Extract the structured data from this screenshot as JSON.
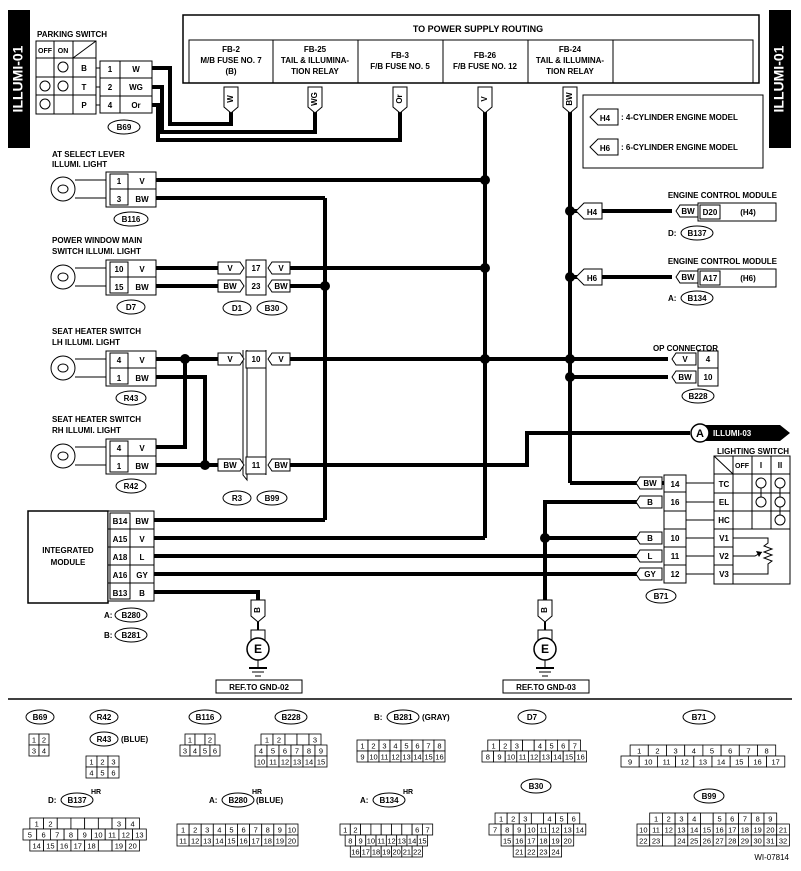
{
  "side_tab": "ILLUMI-01",
  "power": {
    "title": "TO POWER SUPPLY ROUTING",
    "fuses": [
      {
        "l1": "FB-2",
        "l2": "M/B FUSE NO. 7",
        "l3": "(B)",
        "wire": "W"
      },
      {
        "l1": "FB-25",
        "l2": "TAIL & ILLUMINA-",
        "l3": "TION RELAY",
        "wire": "WG"
      },
      {
        "l1": "FB-3",
        "l2": "F/B FUSE NO. 5",
        "l3": "",
        "wire": "Or"
      },
      {
        "l1": "FB-26",
        "l2": "F/B FUSE NO. 12",
        "l3": "",
        "wire": "V"
      },
      {
        "l1": "FB-24",
        "l2": "TAIL & ILLUMINA-",
        "l3": "TION RELAY",
        "wire": "BW"
      }
    ]
  },
  "legend": {
    "h4_tag": "H4",
    "h4": ": 4-CYLINDER ENGINE MODEL",
    "h6_tag": "H6",
    "h6": ": 6-CYLINDER ENGINE MODEL"
  },
  "parking_switch": {
    "title": "PARKING SWITCH",
    "off": "OFF",
    "on": "ON",
    "rows": [
      "B",
      "T",
      "P"
    ],
    "pins": [
      "1",
      "2",
      "4"
    ],
    "wires": [
      "W",
      "WG",
      "Or"
    ],
    "conn": "B69"
  },
  "at_lever": {
    "t1": "AT SELECT LEVER",
    "t2": "ILLUMI. LIGHT",
    "pins": [
      "1",
      "3"
    ],
    "wires": [
      "V",
      "BW"
    ],
    "conn": "B116"
  },
  "pw_switch": {
    "t1": "POWER WINDOW MAIN",
    "t2": "SWITCH ILLUMI. LIGHT",
    "pins": [
      "10",
      "15"
    ],
    "wires": [
      "V",
      "BW"
    ],
    "conn": "D7",
    "mid_wires": [
      "V",
      "BW"
    ],
    "mid_pins": [
      "17",
      "23"
    ],
    "mid_wires2": [
      "V",
      "BW"
    ],
    "conn2": "D1",
    "conn3": "B30"
  },
  "seat_lh": {
    "t1": "SEAT HEATER SWITCH",
    "t2": "LH ILLUMI. LIGHT",
    "pins": [
      "4",
      "1"
    ],
    "wires": [
      "V",
      "BW"
    ],
    "conn": "R43",
    "mid_wire": "V",
    "mid_pin": "10",
    "mid_wire2": "V"
  },
  "seat_rh": {
    "t1": "SEAT HEATER SWITCH",
    "t2": "RH ILLUMI. LIGHT",
    "pins": [
      "4",
      "1"
    ],
    "wires": [
      "V",
      "BW"
    ],
    "conn": "R42",
    "mid_wire": "BW",
    "mid_pin": "11",
    "mid_wire2": "BW",
    "conn2": "R3",
    "conn3": "B99"
  },
  "integrated": {
    "t1": "INTEGRATED",
    "t2": "MODULE",
    "pins": [
      "B14",
      "A15",
      "A18",
      "A16",
      "B13"
    ],
    "wires": [
      "BW",
      "V",
      "L",
      "GY",
      "B"
    ],
    "conn_a_prefix": "A:",
    "conn_a": "B280",
    "conn_b_prefix": "B:",
    "conn_b": "B281"
  },
  "ground_left": {
    "wire": "B",
    "symbol": "E",
    "ref": "REF.TO GND-02"
  },
  "ground_right": {
    "wire": "B",
    "symbol": "E",
    "ref": "REF.TO GND-03"
  },
  "ecm_h4": {
    "title": "ENGINE CONTROL MODULE",
    "tag": "H4",
    "wire": "BW",
    "pin": "D20",
    "model": "(H4)",
    "conn_prefix": "D:",
    "conn": "B137"
  },
  "ecm_h6": {
    "title": "ENGINE CONTROL MODULE",
    "tag": "H6",
    "wire": "BW",
    "pin": "A17",
    "model": "(H6)",
    "conn_prefix": "A:",
    "conn": "B134"
  },
  "op_conn": {
    "title": "OP CONNECTOR",
    "wires": [
      "V",
      "BW"
    ],
    "pins": [
      "4",
      "10"
    ],
    "conn": "B228"
  },
  "illumi03": {
    "tag": "A",
    "label": "ILLUMI-03"
  },
  "lighting_switch": {
    "title": "LIGHTING SWITCH",
    "cols": [
      "OFF",
      "I",
      "II"
    ],
    "terms": [
      "TC",
      "EL",
      "HC",
      "V1",
      "V2",
      "V3"
    ],
    "wires": [
      "BW",
      "B",
      "B",
      "L",
      "GY"
    ],
    "pins": [
      "14",
      "16",
      "10",
      "11",
      "12"
    ],
    "conn": "B71"
  },
  "bottom": {
    "b69": "B69",
    "r42": "R42",
    "r43": "R43",
    "r43_note": "(BLUE)",
    "b116": "B116",
    "b228": "B228",
    "b281_prefix": "B:",
    "b281": "B281",
    "b281_note": "(GRAY)",
    "d7": "D7",
    "b71": "B71",
    "b137_prefix": "D:",
    "b137": "B137",
    "b137_note": "HR",
    "b280_prefix": "A:",
    "b280": "B280",
    "b280_note": "HR",
    "b280_note2": "(BLUE)",
    "b134_prefix": "A:",
    "b134": "B134",
    "b134_note": "HR",
    "b30": "B30",
    "b99": "B99",
    "ref": "WI-07814"
  },
  "connector_pins": {
    "b69": [
      [
        "1",
        "2"
      ],
      [
        "3",
        "4"
      ]
    ],
    "r42": [
      [
        "1",
        "2",
        "3"
      ],
      [
        "4",
        "5",
        "6"
      ]
    ],
    "b116": [
      [
        "1",
        "",
        "2"
      ],
      [
        "3",
        "4",
        "5",
        "6"
      ]
    ],
    "b228": [
      [
        "1",
        "2",
        "",
        "",
        "3"
      ],
      [
        "4",
        "5",
        "6",
        "7",
        "8",
        "9"
      ],
      [
        "10",
        "11",
        "12",
        "13",
        "14",
        "15"
      ]
    ],
    "b281": [
      [
        "1",
        "2",
        "3",
        "4",
        "5",
        "6",
        "7",
        "8"
      ],
      [
        "9",
        "10",
        "11",
        "12",
        "13",
        "14",
        "15",
        "16"
      ]
    ],
    "d7": [
      [
        "1",
        "2",
        "3",
        "",
        "4",
        "5",
        "6",
        "7"
      ],
      [
        "8",
        "9",
        "10",
        "11",
        "12",
        "13",
        "14",
        "15",
        "16"
      ]
    ],
    "b71": [
      [
        "1",
        "2",
        "3",
        "4",
        "5",
        "6",
        "7",
        "8"
      ],
      [
        "9",
        "10",
        "11",
        "12",
        "13",
        "14",
        "15",
        "16",
        "17"
      ]
    ],
    "b137": [
      [
        "1",
        "2",
        "",
        "",
        "",
        "",
        "3",
        "4"
      ],
      [
        "5",
        "6",
        "7",
        "8",
        "9",
        "10",
        "11",
        "12",
        "13"
      ],
      [
        "14",
        "15",
        "16",
        "17",
        "18",
        "",
        "19",
        "20"
      ]
    ],
    "b280": [
      [
        "1",
        "2",
        "3",
        "4",
        "5",
        "6",
        "7",
        "8",
        "9",
        "10"
      ],
      [
        "11",
        "12",
        "13",
        "14",
        "15",
        "16",
        "17",
        "18",
        "19",
        "20"
      ]
    ],
    "b134": [
      [
        "1",
        "2",
        "",
        "",
        "",
        "",
        "",
        "6",
        "7"
      ],
      [
        "8",
        "9",
        "10",
        "11",
        "12",
        "13",
        "14",
        "15"
      ],
      [
        "16",
        "17",
        "18",
        "19",
        "20",
        "21",
        "22"
      ]
    ],
    "b30": [
      [
        "1",
        "2",
        "3",
        "",
        "4",
        "5",
        "6"
      ],
      [
        "7",
        "8",
        "9",
        "10",
        "11",
        "12",
        "13",
        "14"
      ],
      [
        "15",
        "16",
        "17",
        "18",
        "19",
        "20"
      ],
      [
        "21",
        "22",
        "23",
        "24"
      ]
    ],
    "b99": [
      [
        "1",
        "2",
        "3",
        "4",
        "",
        "5",
        "6",
        "7",
        "8",
        "9"
      ],
      [
        "10",
        "11",
        "12",
        "13",
        "14",
        "15",
        "16",
        "17",
        "18",
        "19",
        "20",
        "21"
      ],
      [
        "22",
        "23",
        "",
        "24",
        "25",
        "26",
        "27",
        "28",
        "29",
        "30",
        "31",
        "32"
      ]
    ]
  }
}
